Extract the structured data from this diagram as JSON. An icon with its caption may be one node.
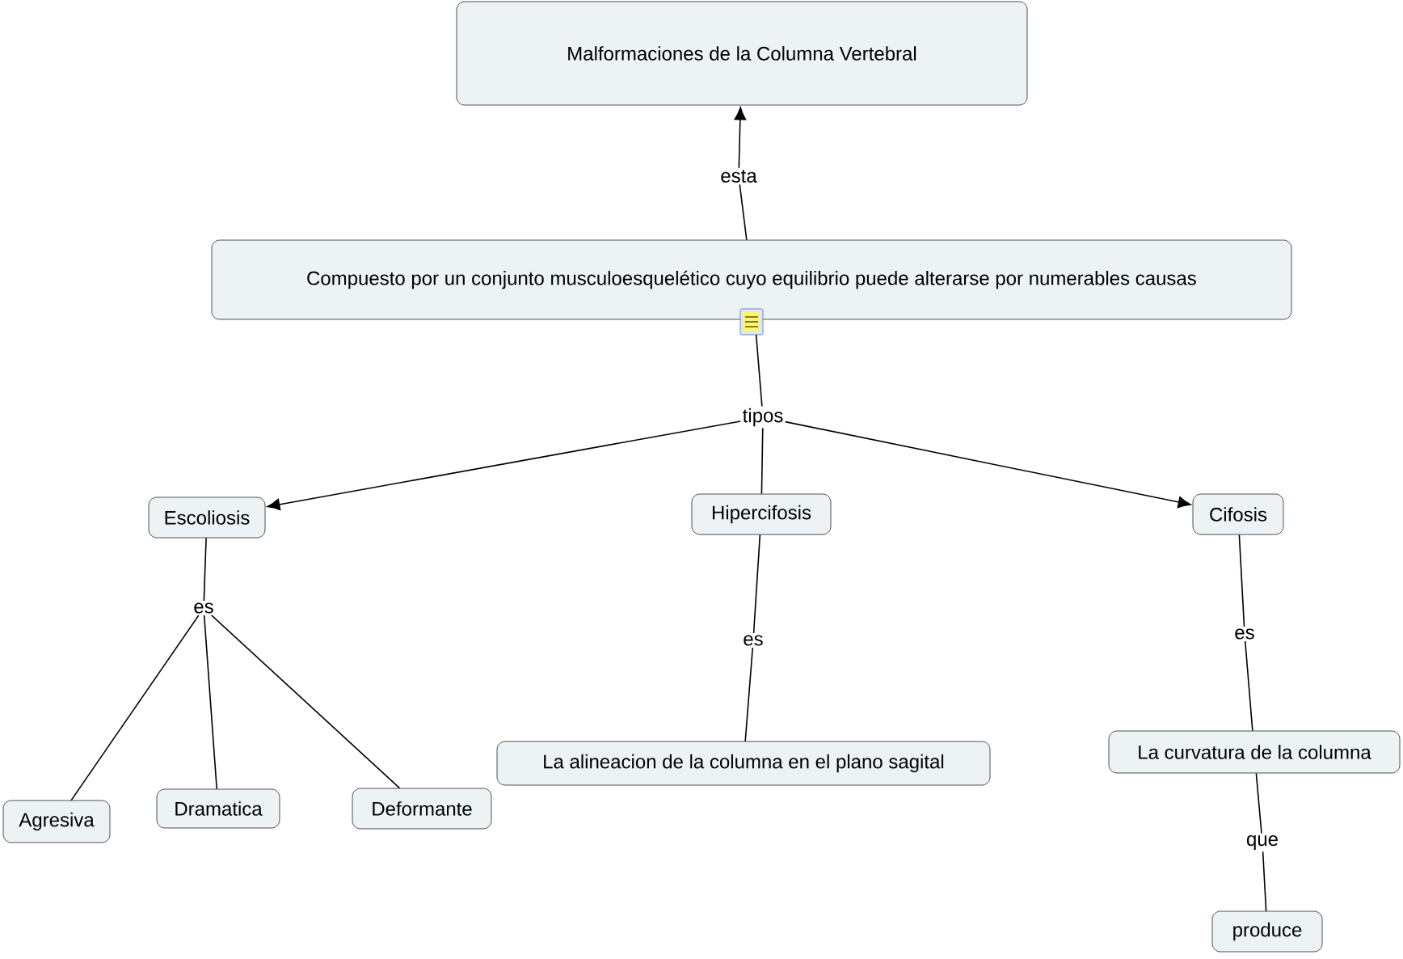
{
  "diagram": {
    "nodes": [
      {
        "text": [
          "Malformaciones de la Columna Vertebral"
        ]
      },
      {
        "text": [
          "esta"
        ]
      },
      {
        "text": [
          "Compuesto por un conjunto musculoesquelético cuyo equilibrio puede alterarse por numerables causas"
        ]
      },
      {
        "text": [
          "tipos"
        ]
      },
      {
        "text": [
          "Escoliosis"
        ]
      },
      {
        "text": [
          "Hipercifosis"
        ]
      },
      {
        "text": [
          "Cifosis"
        ]
      },
      {
        "text": [
          "es"
        ]
      },
      {
        "text": [
          "es"
        ]
      },
      {
        "text": [
          "es"
        ]
      },
      {
        "text": [
          "Agresiva"
        ]
      },
      {
        "text": [
          "Dramatica"
        ]
      },
      {
        "text": [
          "Deformante"
        ]
      },
      {
        "text": [
          "La alineacion de la columna en el plano sagital"
        ]
      },
      {
        "text": [
          "La curvatura de la columna"
        ]
      },
      {
        "text": [
          "que"
        ]
      },
      {
        "text": [
          "produce"
        ]
      }
    ],
    "edges": [
      {
        "from": 2,
        "to": 1,
        "arrow": "none"
      },
      {
        "from": 1,
        "to": 0,
        "arrow": "to"
      },
      {
        "from": 2,
        "to": 3,
        "arrow": "none"
      },
      {
        "from": 3,
        "to": 4,
        "arrow": "to"
      },
      {
        "from": 3,
        "to": 5,
        "arrow": "none"
      },
      {
        "from": 3,
        "to": 6,
        "arrow": "to"
      },
      {
        "from": 4,
        "to": 7,
        "arrow": "none"
      },
      {
        "from": 7,
        "to": 10,
        "arrow": "none"
      },
      {
        "from": 7,
        "to": 11,
        "arrow": "none"
      },
      {
        "from": 7,
        "to": 12,
        "arrow": "none"
      },
      {
        "from": 5,
        "to": 8,
        "arrow": "none"
      },
      {
        "from": 8,
        "to": 13,
        "arrow": "none"
      },
      {
        "from": 6,
        "to": 9,
        "arrow": "none"
      },
      {
        "from": 9,
        "to": 14,
        "arrow": "none"
      },
      {
        "from": 14,
        "to": 15,
        "arrow": "none"
      },
      {
        "from": 15,
        "to": 16,
        "arrow": "none"
      }
    ]
  }
}
